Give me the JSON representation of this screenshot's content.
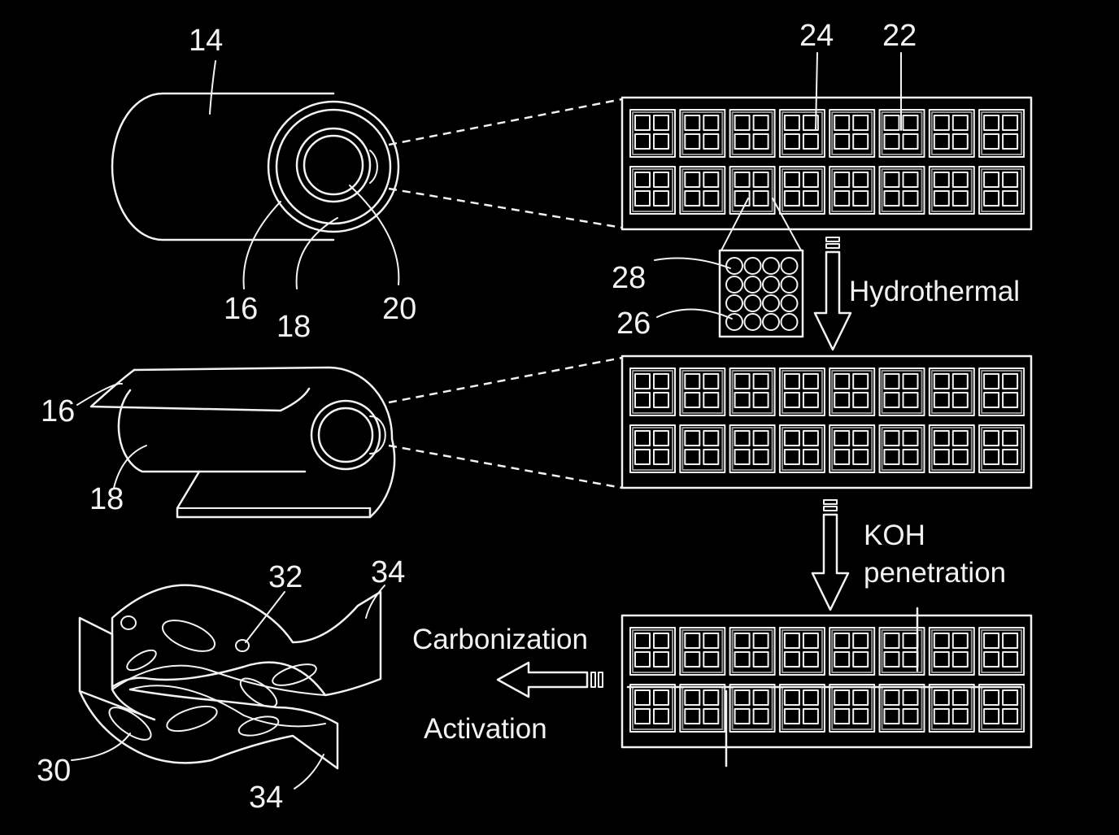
{
  "labels": {
    "ref_14": "14",
    "ref_16_top": "16",
    "ref_18_top": "18",
    "ref_20": "20",
    "ref_24": "24",
    "ref_22": "22",
    "ref_28": "28",
    "ref_26": "26",
    "ref_16_mid": "16",
    "ref_18_mid": "18",
    "ref_32": "32",
    "ref_34_top": "34",
    "ref_30": "30",
    "ref_34_bottom": "34"
  },
  "process": {
    "step1": "Hydrothermal",
    "step2_line1": "KOH",
    "step2_line2": "penetration",
    "step3_line1": "Carbonization",
    "step3_line2": "Activation"
  },
  "colors": {
    "background": "#000000",
    "line": "#f2f2f2"
  }
}
